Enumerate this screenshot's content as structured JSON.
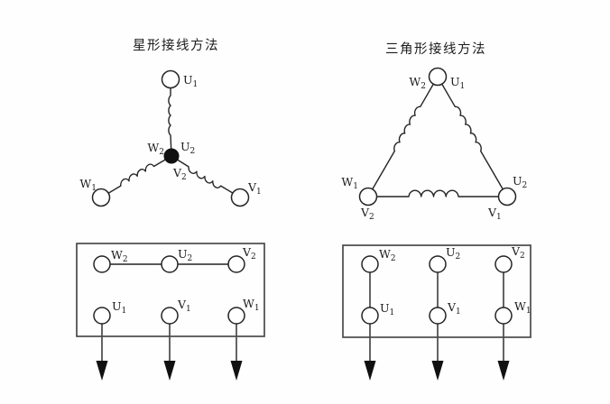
{
  "meta": {
    "colors": {
      "bg": "#fefefe",
      "line": "#242424",
      "box": "#4a4a4a",
      "node": "#111111",
      "text": "#1c1c1c"
    }
  },
  "star": {
    "title": "星形接线方法",
    "labels": {
      "u1": {
        "l": "U",
        "s": "1"
      },
      "w2": {
        "l": "W",
        "s": "2"
      },
      "u2": {
        "l": "U",
        "s": "2"
      },
      "v2": {
        "l": "V",
        "s": "2"
      },
      "w1": {
        "l": "W",
        "s": "1"
      },
      "v1": {
        "l": "V",
        "s": "1"
      }
    }
  },
  "delta": {
    "title": "三角形接线方法",
    "labels": {
      "w2": {
        "l": "W",
        "s": "2"
      },
      "u1": {
        "l": "U",
        "s": "1"
      },
      "w1": {
        "l": "W",
        "s": "1"
      },
      "v2": {
        "l": "V",
        "s": "2"
      },
      "u2": {
        "l": "U",
        "s": "2"
      },
      "v1": {
        "l": "V",
        "s": "1"
      }
    }
  },
  "star_box": {
    "top": [
      {
        "l": "W",
        "s": "2"
      },
      {
        "l": "U",
        "s": "2"
      },
      {
        "l": "V",
        "s": "2"
      }
    ],
    "bottom": [
      {
        "l": "U",
        "s": "1"
      },
      {
        "l": "V",
        "s": "1"
      },
      {
        "l": "W",
        "s": "1"
      }
    ]
  },
  "delta_box": {
    "top": [
      {
        "l": "W",
        "s": "2"
      },
      {
        "l": "U",
        "s": "2"
      },
      {
        "l": "V",
        "s": "2"
      }
    ],
    "bottom": [
      {
        "l": "U",
        "s": "1"
      },
      {
        "l": "V",
        "s": "1"
      },
      {
        "l": "W",
        "s": "1"
      }
    ]
  }
}
